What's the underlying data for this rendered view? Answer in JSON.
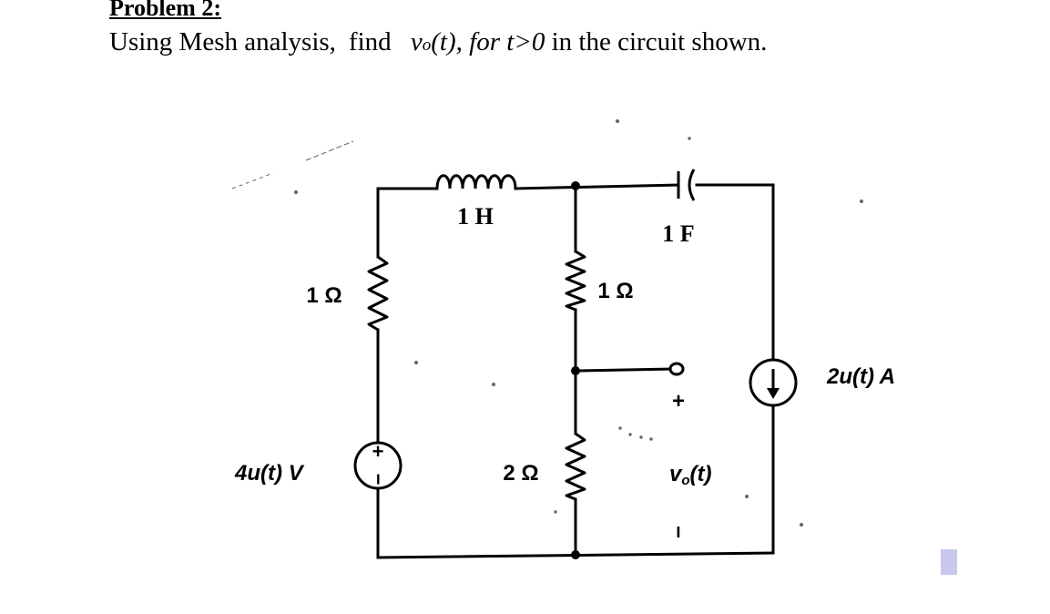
{
  "problem": {
    "heading": "Problem 2:",
    "statement": {
      "prefix": "Using Mesh analysis,",
      "find": "find",
      "var": "v",
      "var_sub": "o",
      "var_arg": "(t),",
      "condition": "for t>0",
      "suffix": "in the circuit shown."
    }
  },
  "circuit": {
    "inductor_label": "1 H",
    "capacitor_label": "1 F",
    "resistor_left_label": "1 Ω",
    "resistor_mid_top_label": "1 Ω",
    "resistor_mid_bottom_label": "2 Ω",
    "voltage_source_label": "4u(t) V",
    "current_source_label": "2u(t) A",
    "output_label": "v",
    "output_sub": "o",
    "output_arg": "(t)",
    "output_plus": "+",
    "output_minus": "−",
    "source_plus": "+",
    "source_minus": "−"
  },
  "colors": {
    "ink": "#000000",
    "scroll_thumb": "#c6c8ee"
  }
}
